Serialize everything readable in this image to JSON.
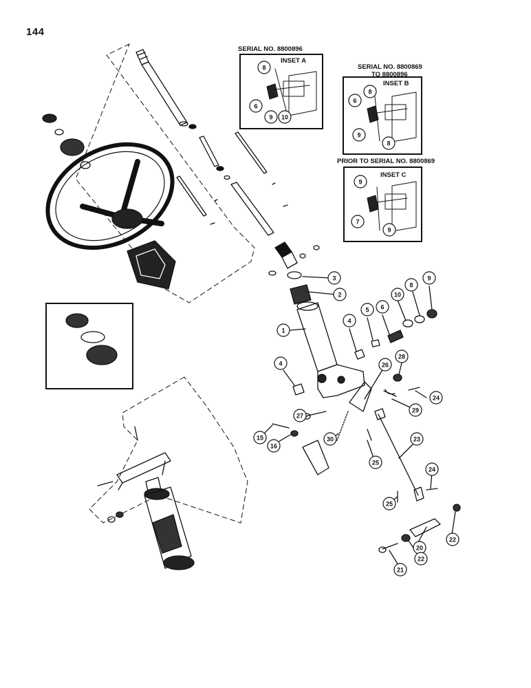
{
  "page_number": "144",
  "insets": {
    "a": {
      "heading": "SERIAL NO. 8800896",
      "title": "INSET A",
      "callouts": [
        "8",
        "6",
        "9",
        "10"
      ]
    },
    "b": {
      "heading_line1": "SERIAL NO. 8800869",
      "heading_line2": "TO 8800896",
      "title": "INSET B",
      "callouts": [
        "6",
        "8",
        "9",
        "8"
      ]
    },
    "c": {
      "heading": "PRIOR TO SERIAL NO. 8800869",
      "title": "INSET C",
      "callouts": [
        "9",
        "7",
        "9"
      ]
    }
  },
  "callouts": [
    "1",
    "2",
    "3",
    "4",
    "5",
    "6",
    "10",
    "8",
    "9",
    "4",
    "26",
    "28",
    "24",
    "29",
    "27",
    "15",
    "16",
    "30",
    "25",
    "23",
    "25",
    "24",
    "22",
    "20",
    "21",
    "22"
  ]
}
